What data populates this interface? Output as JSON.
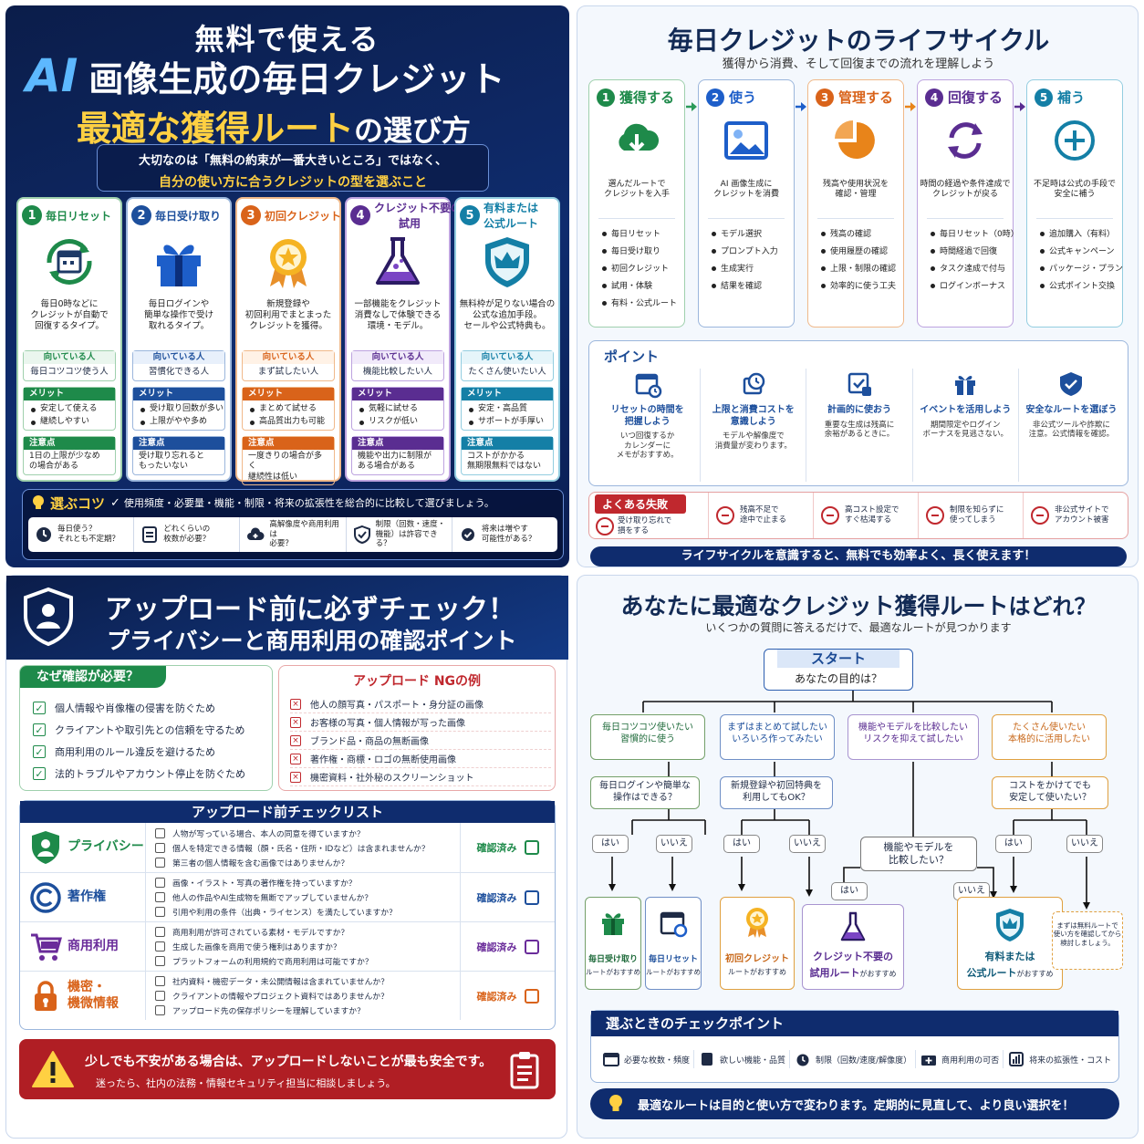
{
  "p1": {
    "t1": "無料で使える",
    "t2a": "AI",
    "t2b": "画像生成の毎日クレジット",
    "t3a": "最適な獲得ルート",
    "t3b": "の選び方",
    "sub1": "大切なのは「無料の約束が一番大きいところ」ではなく、",
    "sub2": "自分の使い方に合うクレジットの型を選ぶこと",
    "cards": [
      {
        "n": "1",
        "title": "毎日リセット",
        "title2": "",
        "desc": "毎日0時などに\nクレジットが自動で\n回復するタイプ。",
        "fitlabel": "向いている人",
        "fit": "毎日コツコツ使う人",
        "merit": "メリット",
        "m": [
          "安定して使える",
          "継続しやすい"
        ],
        "caution": "注意点",
        "c": "1日の上限が少なめ\nの場合がある",
        "icon": "calendar-refresh-icon"
      },
      {
        "n": "2",
        "title": "毎日受け取り",
        "title2": "",
        "desc": "毎日ログインや\n簡単な操作で受け\n取れるタイプ。",
        "fitlabel": "向いている人",
        "fit": "習慣化できる人",
        "merit": "メリット",
        "m": [
          "受け取り回数が多い",
          "上限がやや多め"
        ],
        "caution": "注意点",
        "c": "受け取り忘れると\nもったいない",
        "icon": "gift-icon"
      },
      {
        "n": "3",
        "title": "初回クレジット",
        "title2": "",
        "desc": "新規登録や\n初回利用でまとまった\nクレジットを獲得。",
        "fitlabel": "向いている人",
        "fit": "まず試したい人",
        "merit": "メリット",
        "m": [
          "まとめて試せる",
          "高品質出力も可能"
        ],
        "caution": "注意点",
        "c": "一度きりの場合が多く\n継続性は低い",
        "icon": "medal-icon"
      },
      {
        "n": "4",
        "title": "クレジット不要の",
        "title2": "試用",
        "desc": "一部機能をクレジット\n消費なしで体験できる\n環境・モデル。",
        "fitlabel": "向いている人",
        "fit": "機能比較したい人",
        "merit": "メリット",
        "m": [
          "気軽に試せる",
          "リスクが低い"
        ],
        "caution": "注意点",
        "c": "機能や出力に制限が\nある場合がある",
        "icon": "flask-icon"
      },
      {
        "n": "5",
        "title": "有料または",
        "title2": "公式ルート",
        "desc": "無料枠が足りない場合の\n公式な追加手段。\nセールや公式特典も。",
        "fitlabel": "向いている人",
        "fit": "たくさん使いたい人",
        "merit": "メリット",
        "m": [
          "安定・高品質",
          "サポートが手厚い"
        ],
        "caution": "注意点",
        "c": "コストがかかる\n無期限無料ではない",
        "icon": "shield-crown-icon"
      }
    ],
    "tipTitle": "選ぶコツ",
    "tipText": "使用頻度・必要量・機能・制限・将来の拡張性を総合的に比較して選びましょう。",
    "q": [
      {
        "t": "毎日使う？\nそれとも不定期？",
        "icon": "clock-icon"
      },
      {
        "t": "どれくらいの\n枚数が必要？",
        "icon": "document-icon"
      },
      {
        "t": "高解像度や商用利用は\n必要？",
        "icon": "cloud-plus-icon"
      },
      {
        "t": "制限（回数・速度・\n機能）は許容できる？",
        "icon": "shield-check-icon"
      },
      {
        "t": "将来は増やす\n可能性がある？",
        "icon": "check-circle-icon"
      }
    ]
  },
  "p2": {
    "title": "毎日クレジットのライフサイクル",
    "sub": "獲得から消費、そして回復までの流れを理解しよう",
    "steps": [
      {
        "n": "1",
        "label": "獲得する",
        "desc": "選んだルートで\nクレジットを入手",
        "items": [
          "毎日リセット",
          "毎日受け取り",
          "初回クレジット",
          "試用・体験",
          "有料・公式ルート"
        ]
      },
      {
        "n": "2",
        "label": "使う",
        "desc": "AI 画像生成に\nクレジットを消費",
        "items": [
          "モデル選択",
          "プロンプト入力",
          "生成実行",
          "結果を確認"
        ]
      },
      {
        "n": "3",
        "label": "管理する",
        "desc": "残高や使用状況を\n確認・管理",
        "items": [
          "残高の確認",
          "使用履歴の確認",
          "上限・制限の確認",
          "効率的に使う工夫"
        ]
      },
      {
        "n": "4",
        "label": "回復する",
        "desc": "時間の経過や条件達成で\nクレジットが戻る",
        "items": [
          "毎日リセット（0時）",
          "時間経過で回復",
          "タスク達成で付与",
          "ログインボーナス"
        ]
      },
      {
        "n": "5",
        "label": "補う",
        "desc": "不足時は公式の手段で\n安全に補う",
        "items": [
          "追加購入（有料）",
          "公式キャンペーン",
          "パッケージ・プラン",
          "公式ポイント交換"
        ]
      }
    ],
    "pointTitle": "ポイント",
    "points": [
      {
        "h": "リセットの時間を\n把握しよう",
        "d": "いつ回復するか\nカレンダーに\nメモがおすすめ。"
      },
      {
        "h": "上限と消費コストを\n意識しよう",
        "d": "モデルや解像度で\n消費量が変わります。"
      },
      {
        "h": "計画的に使おう",
        "d": "重要な生成は残高に\n余裕があるときに。"
      },
      {
        "h": "イベントを活用しよう",
        "d": "期間限定やログイン\nボーナスを見逃さない。"
      },
      {
        "h": "安全なルートを選ぼう",
        "d": "非公式ツールや詐欺に\n注意。公式情報を確認。"
      }
    ],
    "failTitle": "よくある失敗",
    "fails": [
      "受け取り忘れで\n損をする",
      "残高不足で\n途中で止まる",
      "高コスト設定で\nすぐ枯渇する",
      "制限を知らずに\n使ってしまう",
      "非公式サイトで\nアカウント被害"
    ],
    "bottom": "ライフサイクルを意識すると、無料でも効率よく、長く使えます！"
  },
  "p3": {
    "t1": "アップロード前に必ずチェック！",
    "t2": "プライバシーと商用利用の確認ポイント",
    "whyTitle": "なぜ確認が必要？",
    "why": [
      "個人情報や肖像権の侵害を防ぐため",
      "クライアントや取引先との信頼を守るため",
      "商用利用のルール違反を避けるため",
      "法的トラブルやアカウント停止を防ぐため"
    ],
    "ngTitle": "アップロード NGの例",
    "ng": [
      "他人の顔写真・パスポート・身分証の画像",
      "お客様の写真・個人情報が写った画像",
      "ブランド品・商品の無断画像",
      "著作権・商標・ロゴの無断使用画像",
      "機密資料・社外秘のスクリーンショット"
    ],
    "checkTitle": "アップロード前チェックリスト",
    "rows": [
      {
        "cat": "プライバシー",
        "items": [
          "人物が写っている場合、本人の同意を得ていますか？",
          "個人を特定できる情報（顔・氏名・住所・IDなど）は含まれませんか？",
          "第三者の個人情報を含む画像ではありませんか？"
        ],
        "ok": "確認済み",
        "icon": "person-shield-icon",
        "color": "#1e8a4a"
      },
      {
        "cat": "著作権",
        "items": [
          "画像・イラスト・写真の著作権を持っていますか？",
          "他人の作品やAI生成物を無断でアップしていませんか？",
          "引用や利用の条件（出典・ライセンス）を満たしていますか？"
        ],
        "ok": "確認済み",
        "icon": "copyright-icon",
        "color": "#1d4f9c"
      },
      {
        "cat": "商用利用",
        "items": [
          "商用利用が許可されている素材・モデルですか？",
          "生成した画像を商用で使う権利はありますか？",
          "プラットフォームの利用規約で商用利用は可能ですか？"
        ],
        "ok": "確認済み",
        "icon": "cart-icon",
        "color": "#6a2c9a"
      },
      {
        "cat": "機密・\n機微情報",
        "items": [
          "社内資料・機密データ・未公開情報は含まれていませんか？",
          "クライアントの情報やプロジェクト資料ではありませんか？",
          "アップロード先の保存ポリシーを理解していますか？"
        ],
        "ok": "確認済み",
        "icon": "lock-icon",
        "color": "#d9631a"
      }
    ],
    "warn1": "少しでも不安がある場合は、アップロードしないことが最も安全です。",
    "warn2": "迷ったら、社内の法務・情報セキュリティ担当に相談しましょう。"
  },
  "p4": {
    "title1": "あなたに最適なクレジット獲得ルート",
    "title2": "はどれ？",
    "sub": "いくつかの質問に答えるだけで、最適なルートが見つかります",
    "start": "スタート",
    "startQ": "あなたの目的は？",
    "goals": [
      "毎日コツコツ使いたい\n習慣的に使う",
      "まずはまとめて試したい\nいろいろ作ってみたい",
      "機能やモデルを比較したい\nリスクを抑えて試したい",
      "たくさん使いたい\n本格的に活用したい"
    ],
    "q1": "毎日ログインや簡単な\n操作はできる？",
    "q2": "新規登録や初回特典を\n利用してもOK？",
    "q3": "機能やモデルを\n比較したい？",
    "q4": "コストをかけてでも\n安定して使いたい？",
    "yes": "はい",
    "no": "いいえ",
    "r1a": "毎日受け取り",
    "r1b": "ルートがおすすめ",
    "r2a": "毎日リセット",
    "r2b": "ルートがおすすめ",
    "r3a": "初回クレジット",
    "r3b": "ルートがおすすめ",
    "r4a": "クレジット不要の",
    "r4b": "試用ルート",
    "r4c": "がおすすめ",
    "r5a": "有料または",
    "r5b": "公式ルート",
    "r5c": "がおすすめ",
    "r6": "まずは無料ルートで\n使い方を確認してから\n検討しましょう。",
    "checkTitle": "選ぶときのチェックポイント",
    "checks": [
      "必要な枚数・頻度",
      "欲しい機能・品質",
      "制限（回数/速度/解像度）",
      "商用利用の可否",
      "将来の拡張性・コスト"
    ],
    "bottom": "最適なルートは目的と使い方で変わります。定期的に見直して、より良い選択を！"
  }
}
